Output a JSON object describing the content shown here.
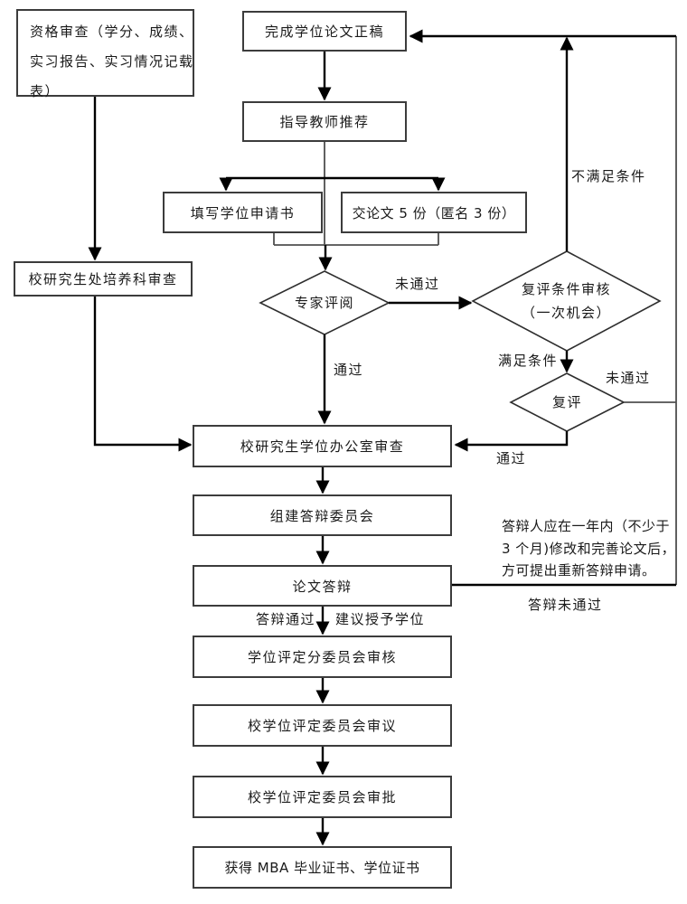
{
  "nodes": {
    "qualification": {
      "line1": "资格审查（学分、成绩、",
      "line2": "实习报告、实习情况记载",
      "line3": "表）"
    },
    "final_draft": {
      "label": "完成学位论文正稿"
    },
    "advisor_recommend": {
      "label": "指导教师推荐"
    },
    "application_form": {
      "label": "填写学位申请书"
    },
    "submit_copies": {
      "label": "交论文 5 份（匿名 3 份）"
    },
    "cultivation_review": {
      "label": "校研究生处培养科审查"
    },
    "expert_review": {
      "label": "专家评阅"
    },
    "recheck_condition": {
      "line1": "复评条件审核",
      "line2": "（一次机会）"
    },
    "recheck": {
      "label": "复评"
    },
    "degree_office_review": {
      "label": "校研究生学位办公室审查"
    },
    "defense_committee": {
      "label": "组建答辩委员会"
    },
    "thesis_defense": {
      "label": "论文答辩"
    },
    "sub_committee_review": {
      "label": "学位评定分委员会审核"
    },
    "univ_committee_deliberate": {
      "label": "校学位评定委员会审议"
    },
    "univ_committee_approve": {
      "label": "校学位评定委员会审批"
    },
    "certificates": {
      "label": "获得 MBA 毕业证书、学位证书"
    }
  },
  "edge_labels": {
    "expert_fail": "未通过",
    "expert_pass": "通过",
    "cond_fail": "不满足条件",
    "cond_pass": "满足条件",
    "recheck_fail": "未通过",
    "recheck_pass": "通过",
    "defense_pass": "答辩通过",
    "suggest_degree": "建议授予学位",
    "defense_fail": "答辩未通过"
  },
  "note": {
    "line1": "答辩人应在一年内（不少于",
    "line2": "3 个月)修改和完善论文后，",
    "line3": "方可提出重新答辩申请。"
  },
  "colors": {
    "line": "#000000",
    "border": "#3c3c3c",
    "background": "#ffffff"
  }
}
